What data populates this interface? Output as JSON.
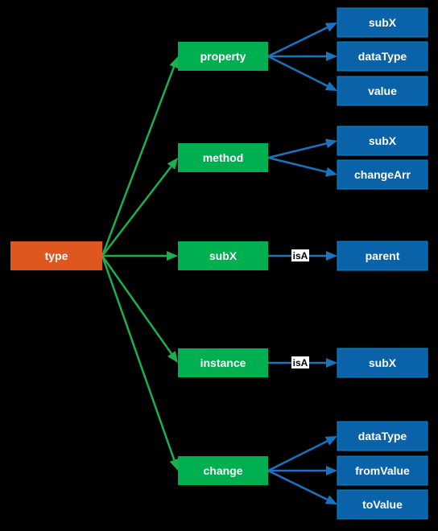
{
  "colors": {
    "background": "#000000",
    "root_fill": "#e0561f",
    "mid_fill": "#00b050",
    "leaf_fill": "#0a62a8",
    "leaf_stroke": "#0e86c8",
    "green_edge": "#19b050",
    "blue_edge": "#1a73c0",
    "text": "#ffffff"
  },
  "root": {
    "id": "type",
    "label": "type"
  },
  "groups": [
    {
      "id": "property",
      "label": "property",
      "edge_label": "",
      "children": [
        "subX",
        "dataType",
        "value"
      ]
    },
    {
      "id": "method",
      "label": "method",
      "edge_label": "",
      "children": [
        "subX",
        "changeArr"
      ]
    },
    {
      "id": "subX",
      "label": "subX",
      "edge_label": "isA",
      "children": [
        "parent"
      ]
    },
    {
      "id": "instance",
      "label": "instance",
      "edge_label": "isA",
      "children": [
        "subX"
      ]
    },
    {
      "id": "change",
      "label": "change",
      "edge_label": "",
      "children": [
        "dataType",
        "fromValue",
        "toValue"
      ]
    }
  ]
}
